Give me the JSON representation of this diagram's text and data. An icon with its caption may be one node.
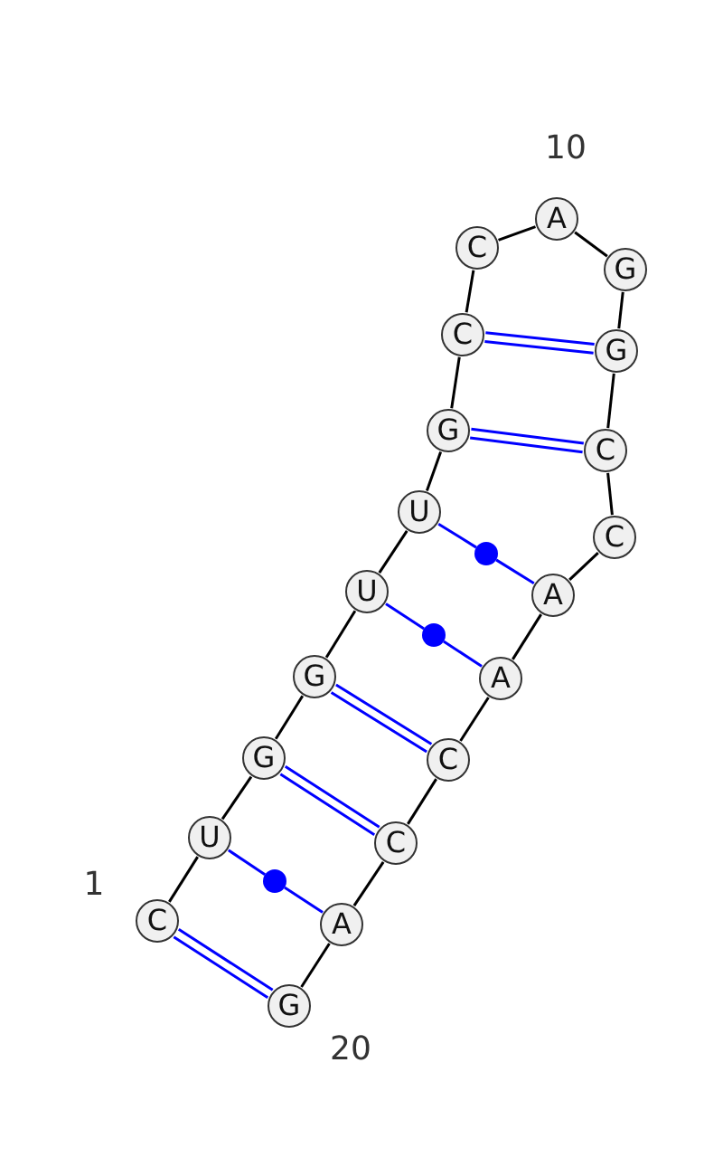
{
  "diagram": {
    "nodes": [
      {
        "text": [
          "C"
        ],
        "beside": [
          "1"
        ]
      },
      {
        "text": [
          "U"
        ]
      },
      {
        "text": [
          "G"
        ]
      },
      {
        "text": [
          "G"
        ]
      },
      {
        "text": [
          "U"
        ]
      },
      {
        "text": [
          "U"
        ]
      },
      {
        "text": [
          "G"
        ]
      },
      {
        "text": [
          "C"
        ]
      },
      {
        "text": [
          "C"
        ]
      },
      {
        "text": [
          "A"
        ],
        "beside": [
          "10"
        ]
      },
      {
        "text": [
          "G"
        ]
      },
      {
        "text": [
          "G"
        ]
      },
      {
        "text": [
          "C"
        ]
      },
      {
        "text": [
          "C"
        ]
      },
      {
        "text": [
          "A"
        ]
      },
      {
        "text": [
          "A"
        ]
      },
      {
        "text": [
          "C"
        ]
      },
      {
        "text": [
          "C"
        ]
      },
      {
        "text": [
          "A"
        ]
      },
      {
        "text": [
          "G"
        ],
        "beside": [
          "20"
        ]
      },
      {
        "text": [],
        "shape": "circle"
      },
      {
        "text": [],
        "shape": "circle"
      },
      {
        "text": [],
        "shape": "circle"
      }
    ],
    "edges": [
      {
        "from": 0,
        "to": 1,
        "arrow": "none"
      },
      {
        "from": 1,
        "to": 2,
        "arrow": "none"
      },
      {
        "from": 2,
        "to": 3,
        "arrow": "none"
      },
      {
        "from": 3,
        "to": 4,
        "arrow": "none"
      },
      {
        "from": 4,
        "to": 5,
        "arrow": "none"
      },
      {
        "from": 5,
        "to": 6,
        "arrow": "none"
      },
      {
        "from": 6,
        "to": 7,
        "arrow": "none"
      },
      {
        "from": 7,
        "to": 8,
        "arrow": "none"
      },
      {
        "from": 8,
        "to": 9,
        "arrow": "none"
      },
      {
        "from": 9,
        "to": 10,
        "arrow": "none"
      },
      {
        "from": 10,
        "to": 11,
        "arrow": "none"
      },
      {
        "from": 11,
        "to": 12,
        "arrow": "none"
      },
      {
        "from": 12,
        "to": 13,
        "arrow": "none"
      },
      {
        "from": 13,
        "to": 14,
        "arrow": "none"
      },
      {
        "from": 14,
        "to": 15,
        "arrow": "none"
      },
      {
        "from": 15,
        "to": 16,
        "arrow": "none"
      },
      {
        "from": 16,
        "to": 17,
        "arrow": "none"
      },
      {
        "from": 17,
        "to": 18,
        "arrow": "none"
      },
      {
        "from": 18,
        "to": 19,
        "arrow": "none"
      },
      {
        "from": 0,
        "to": 19,
        "arrow": "none",
        "color": "#0000ff"
      },
      {
        "from": 1,
        "to": 22,
        "arrow": "none",
        "color": "#0000ff"
      },
      {
        "from": 22,
        "to": 18,
        "arrow": "none",
        "color": "#0000ff"
      },
      {
        "from": 2,
        "to": 17,
        "arrow": "none",
        "color": "#0000ff"
      },
      {
        "from": 3,
        "to": 16,
        "arrow": "none",
        "color": "#0000ff"
      },
      {
        "from": 4,
        "to": 21,
        "arrow": "none",
        "color": "#0000ff"
      },
      {
        "from": 21,
        "to": 15,
        "arrow": "none",
        "color": "#0000ff"
      },
      {
        "from": 5,
        "to": 20,
        "arrow": "none",
        "color": "#0000ff"
      },
      {
        "from": 20,
        "to": 14,
        "arrow": "none",
        "color": "#0000ff"
      },
      {
        "from": 6,
        "to": 12,
        "arrow": "none",
        "color": "#0000ff"
      },
      {
        "from": 7,
        "to": 11,
        "arrow": "none",
        "color": "#0000ff"
      }
    ]
  }
}
